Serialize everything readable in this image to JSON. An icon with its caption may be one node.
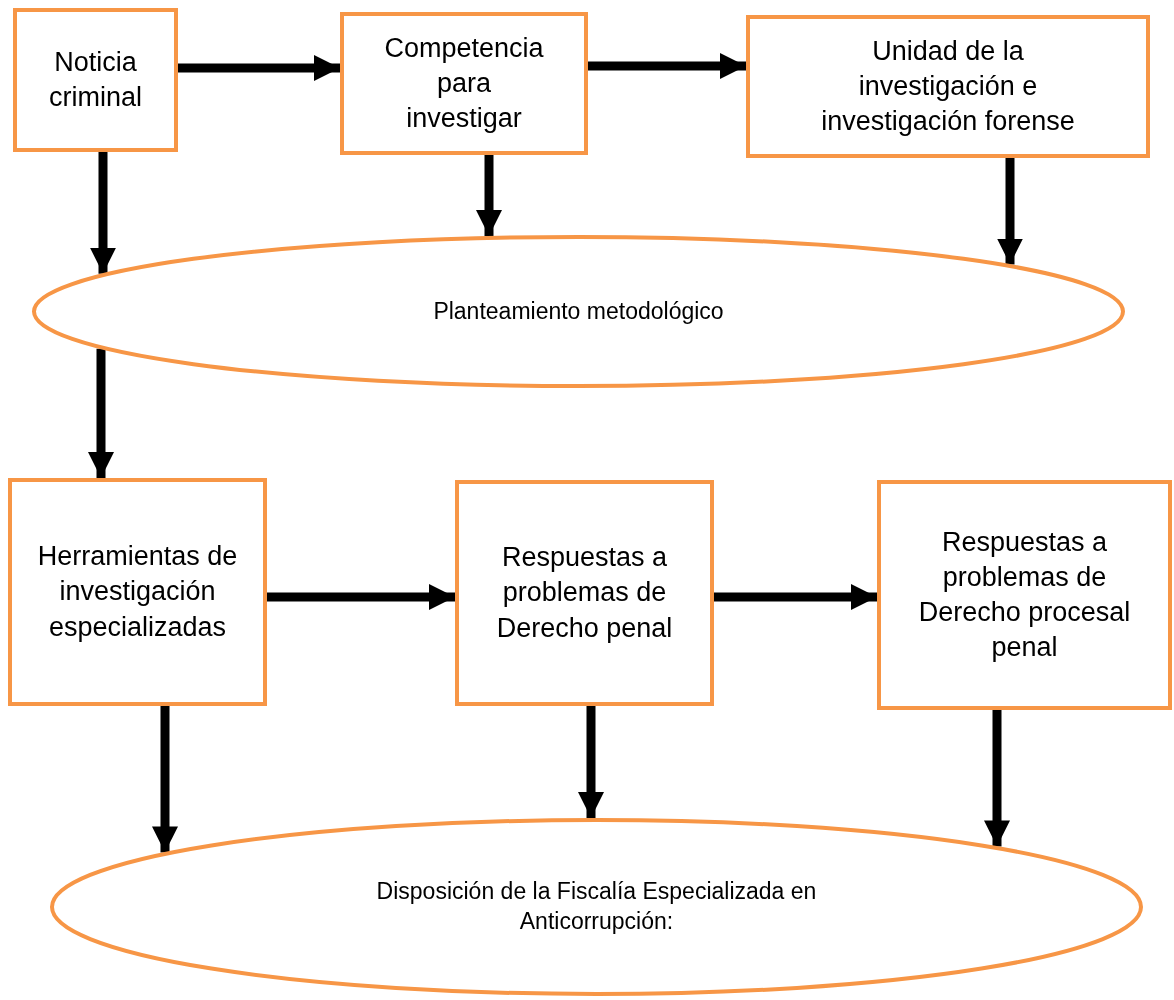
{
  "diagram": {
    "nodes": [
      {
        "text": [
          "Noticia criminal"
        ]
      },
      {
        "text": [
          "Competencia para investigar"
        ]
      },
      {
        "text": [
          "Unidad de la investigación e investigación forense"
        ]
      },
      {
        "text": [
          "Planteamiento metodológico"
        ]
      },
      {
        "text": [
          "Herramientas de investigación especializadas"
        ]
      },
      {
        "text": [
          "Respuestas a problemas de Derecho penal"
        ]
      },
      {
        "text": [
          "Respuestas a problemas de Derecho procesal penal"
        ]
      },
      {
        "text": [
          "Disposición de la Fiscalía Especializada en Anticorrupción:"
        ]
      }
    ],
    "edges": [
      {
        "from": 0,
        "to": 1,
        "arrow": "to"
      },
      {
        "from": 1,
        "to": 2,
        "arrow": "to"
      },
      {
        "from": 0,
        "to": 3,
        "arrow": "to"
      },
      {
        "from": 1,
        "to": 3,
        "arrow": "to"
      },
      {
        "from": 2,
        "to": 3,
        "arrow": "to"
      },
      {
        "from": 3,
        "to": 4,
        "arrow": "to"
      },
      {
        "from": 4,
        "to": 5,
        "arrow": "to"
      },
      {
        "from": 5,
        "to": 6,
        "arrow": "to"
      },
      {
        "from": 4,
        "to": 7,
        "arrow": "to"
      },
      {
        "from": 5,
        "to": 7,
        "arrow": "to"
      },
      {
        "from": 6,
        "to": 7,
        "arrow": "to"
      }
    ]
  }
}
